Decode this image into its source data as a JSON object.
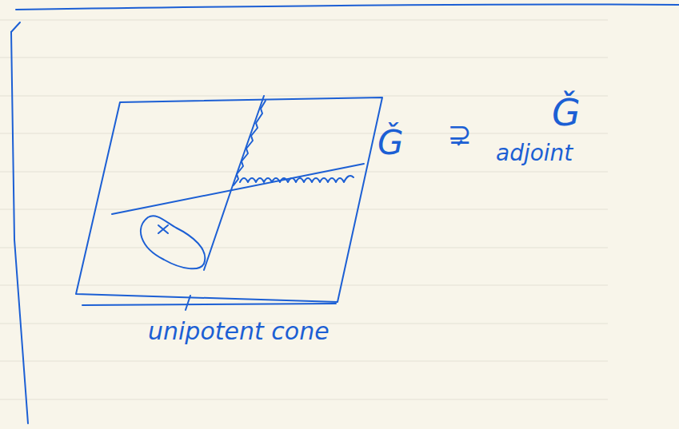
{
  "diagram": {
    "labels": [
      "Ǧ",
      "⊋",
      "Ǧ",
      "adjoint",
      "unipotent cone"
    ]
  }
}
